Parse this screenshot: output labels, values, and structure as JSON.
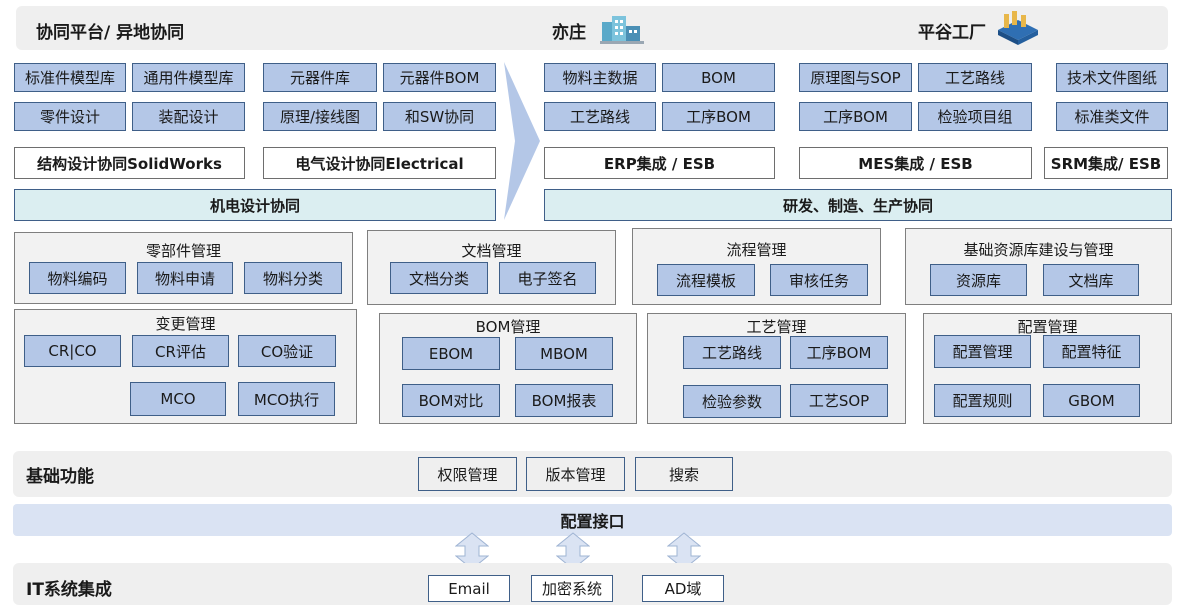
{
  "header": {
    "left_title": "协同平台/ 异地协同",
    "site1": "亦庄",
    "site2": "平谷工厂",
    "site1_icon": "building-icon",
    "site2_icon": "factory-icon"
  },
  "left_top": {
    "mech": [
      "标准件模型库",
      "通用件模型库",
      "零件设计",
      "装配设计"
    ],
    "elec": [
      "元器件库",
      "元器件BOM",
      "原理/接线图",
      "和SW协同"
    ],
    "solidworks": "结构设计协同SolidWorks",
    "electrical": "电气设计协同Electrical",
    "mech_elec": "机电设计协同"
  },
  "right_top": {
    "erp_items": [
      "物料主数据",
      "BOM",
      "工艺路线",
      "工序BOM"
    ],
    "mes_items": [
      "原理图与SOP",
      "工艺路线",
      "工序BOM",
      "检验项目组"
    ],
    "srm_items": [
      "技术文件图纸",
      "标准类文件"
    ],
    "erp": "ERP集成 / ESB",
    "mes": "MES集成 / ESB",
    "srm": "SRM集成/ ESB",
    "collab": "研发、制造、生产协同"
  },
  "modules": {
    "parts": {
      "title": "零部件管理",
      "items": [
        "物料编码",
        "物料申请",
        "物料分类"
      ]
    },
    "docs": {
      "title": "文档管理",
      "items": [
        "文档分类",
        "电子签名"
      ]
    },
    "flow": {
      "title": "流程管理",
      "items": [
        "流程模板",
        "审核任务"
      ]
    },
    "resource": {
      "title": "基础资源库建设与管理",
      "items": [
        "资源库",
        "文档库"
      ]
    },
    "change": {
      "title": "变更管理",
      "items": [
        "CR|CO",
        "CR评估",
        "CO验证",
        "MCO",
        "MCO执行"
      ]
    },
    "bom": {
      "title": "BOM管理",
      "items": [
        "EBOM",
        "MBOM",
        "BOM对比",
        "BOM报表"
      ]
    },
    "process": {
      "title": "工艺管理",
      "items": [
        "工艺路线",
        "工序BOM",
        "检验参数",
        "工艺SOP"
      ]
    },
    "config": {
      "title": "配置管理",
      "items": [
        "配置管理",
        "配置特征",
        "配置规则",
        "GBOM"
      ]
    }
  },
  "base": {
    "title": "基础功能",
    "items": [
      "权限管理",
      "版本管理",
      "搜索"
    ]
  },
  "config_interface": "配置接口",
  "it": {
    "title": "IT系统集成",
    "items": [
      "Email",
      "加密系统",
      "AD域"
    ]
  },
  "colors": {
    "box_fill": "#b4c7e7",
    "box_border": "#3f5f88",
    "band": "#efefef",
    "teal": "#dbeef1",
    "arrow": "#b4c7e7"
  }
}
